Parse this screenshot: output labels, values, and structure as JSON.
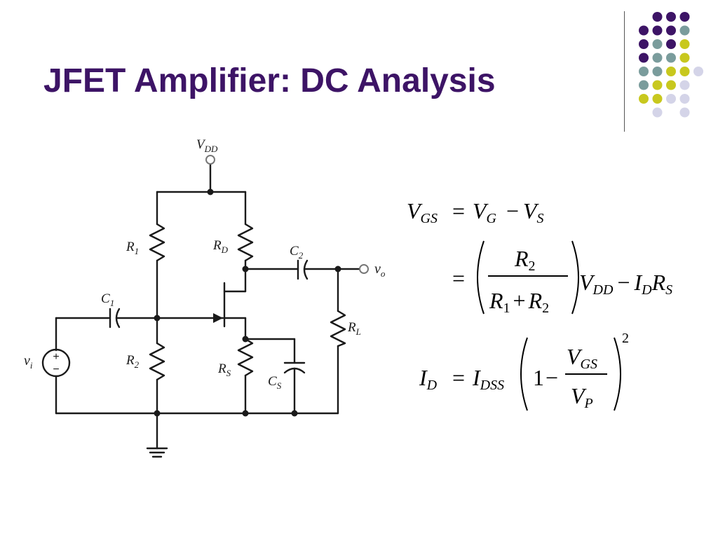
{
  "slide": {
    "title": "JFET Amplifier: DC Analysis",
    "colors": {
      "title": "#3d1466",
      "dot_purple": "#3d1466",
      "dot_teal": "#7a9c9c",
      "dot_yellow": "#c8c81e",
      "dot_lavender": "#d4d4e8"
    }
  },
  "circuit": {
    "labels": {
      "vdd_main": "V",
      "vdd_sub": "DD",
      "r1_main": "R",
      "r1_sub": "1",
      "r2_main": "R",
      "r2_sub": "2",
      "rd_main": "R",
      "rd_sub": "D",
      "rs_main": "R",
      "rs_sub": "S",
      "rl_main": "R",
      "rl_sub": "L",
      "c1_main": "C",
      "c1_sub": "1",
      "c2_main": "C",
      "c2_sub": "2",
      "cs_main": "C",
      "cs_sub": "S",
      "vi_main": "v",
      "vi_sub": "i",
      "vo_main": "v",
      "vo_sub": "o",
      "src_plus": "+",
      "src_minus": "−"
    }
  },
  "equations": {
    "eq1": {
      "lhs": "V",
      "lhs_sub": "GS",
      "eq": "=",
      "a": "V",
      "a_sub": "G",
      "minus": "−",
      "b": "V",
      "b_sub": "S"
    },
    "eq2": {
      "eq": "=",
      "num": "R",
      "num_sub": "2",
      "den_a": "R",
      "den_a_sub": "1",
      "plus": "+",
      "den_b": "R",
      "den_b_sub": "2",
      "v": "V",
      "v_sub": "DD",
      "minus": "−",
      "i": "I",
      "i_sub": "D",
      "r": "R",
      "r_sub": "S"
    },
    "eq3": {
      "lhs": "I",
      "lhs_sub": "D",
      "eq": "=",
      "i": "I",
      "i_sub": "DSS",
      "one": "1",
      "minus": "−",
      "num": "V",
      "num_sub": "GS",
      "den": "V",
      "den_sub": "P",
      "exp": "2"
    }
  }
}
